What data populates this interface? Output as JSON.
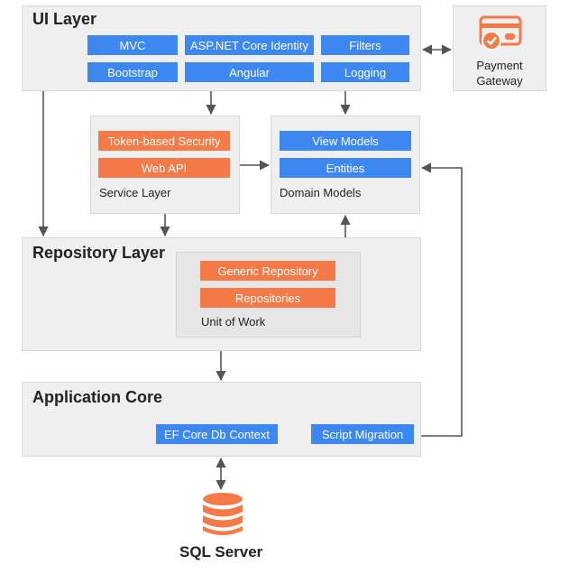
{
  "ui_layer": {
    "title": "UI Layer",
    "items": [
      "MVC",
      "ASP.NET Core Identity",
      "Filters",
      "Bootstrap",
      "Angular",
      "Logging"
    ]
  },
  "payment_gateway": {
    "line1": "Payment",
    "line2": "Gateway",
    "icon": "credit-card-check-icon"
  },
  "service_layer": {
    "title": "Service Layer",
    "items": [
      "Token-based Security",
      "Web API"
    ]
  },
  "domain_models": {
    "title": "Domain Models",
    "items": [
      "View Models",
      "Entities"
    ]
  },
  "repository_layer": {
    "title": "Repository Layer",
    "unit_of_work": {
      "title": "Unit of Work",
      "items": [
        "Generic Repository",
        "Repositories"
      ]
    }
  },
  "application_core": {
    "title": "Application Core",
    "items": [
      "EF Core Db Context",
      "Script Migration"
    ]
  },
  "database": {
    "label": "SQL Server",
    "icon": "database-icon"
  },
  "colors": {
    "blue": "#3d87f0",
    "orange": "#f47a47",
    "panel": "#efefef",
    "arrow": "#555555"
  }
}
